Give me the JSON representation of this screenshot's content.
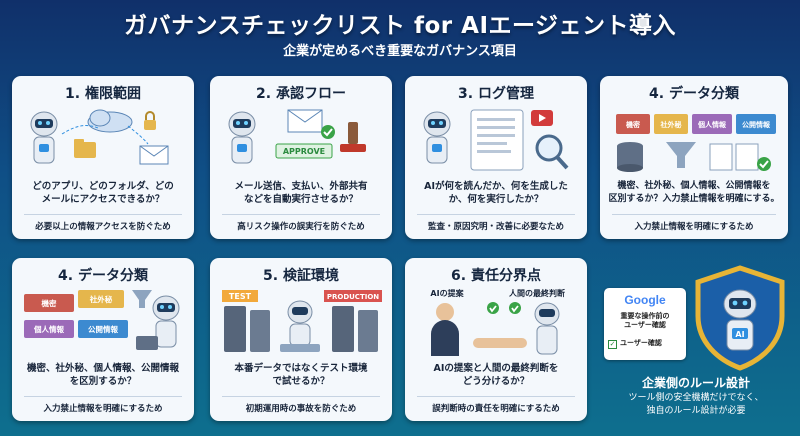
{
  "header": {
    "title": "ガバナンスチェックリスト for AIエージェント導入",
    "subtitle": "企業が定めるべき重要なガバナンス項目"
  },
  "cards": [
    {
      "title": "1. 権限範囲",
      "desc": "どのアプリ、どのフォルダ、どの\nメールにアクセスできるか？",
      "foot": "必要以上の情報アクセスを防ぐため"
    },
    {
      "title": "2. 承認フロー",
      "desc": "メール送信、支払い、外部共有\nなどを自動実行させるか？",
      "foot": "高リスク操作の誤実行を防ぐため",
      "art_label": "APPROVE"
    },
    {
      "title": "3. ログ管理",
      "desc": "AIが何を読んだか、何を生成した\nか、何を実行したか？",
      "foot": "監査・原因究明・改善に必要なため"
    },
    {
      "title": "4. データ分類",
      "desc": "機密、社外秘、個人情報、公開情報を\n区別するか？入力禁止情報を明確にする。",
      "foot": "入力禁止情報を明確にするため",
      "folders": [
        "機密",
        "社外秘",
        "個人情報",
        "公開情報"
      ]
    },
    {
      "title": "4. データ分類",
      "desc": "機密、社外秘、個人情報、公開情報\nを区別するか？",
      "foot": "入力禁止情報を明確にするため",
      "folders": [
        "機密",
        "社外秘",
        "個人情報",
        "公開情報"
      ]
    },
    {
      "title": "5. 検証環境",
      "desc": "本番データではなくテスト環境\nで試せるか？",
      "foot": "初期運用時の事故を防ぐため",
      "signs": [
        "TEST",
        "PRODUCTION"
      ]
    },
    {
      "title": "6. 責任分界点",
      "desc": "AIの提案と人間の最終判断を\nどう分けるか？",
      "foot": "誤判断時の責任を明確にするため",
      "labels": [
        "AIの提案",
        "人間の最終判断"
      ]
    }
  ],
  "rules_panel": {
    "title": "企業側のルール設計",
    "desc": "ツール側の安全機構だけでなく、\n独自のルール設計が必要",
    "google_card": {
      "logo": "Google",
      "text": "重要な操作前の\nユーザー確認",
      "check": "ユーザー確認"
    },
    "shield_label": "AI"
  },
  "icons": {
    "robot": "robot-icon",
    "lock": "lock-icon",
    "cloud": "cloud-icon",
    "folder": "folder-icon",
    "envelope": "envelope-icon",
    "stamp": "stamp-icon",
    "document": "document-icon",
    "magnifier": "magnifier-icon",
    "database": "database-icon",
    "funnel": "funnel-icon",
    "server": "server-icon",
    "handshake": "handshake-icon",
    "shield": "shield-icon",
    "check": "check-icon"
  },
  "colors": {
    "bg_top": "#10306a",
    "bg_bottom": "#0e6f8e",
    "card": "#f4f8fc",
    "robot_accent": "#2f8fe0",
    "check_green": "#3aa347",
    "danger_red": "#d23b3b",
    "folder_red": "#c95a4f",
    "folder_yellow": "#e5b64c",
    "folder_purple": "#9b6ab8",
    "folder_blue": "#3c8ad0",
    "shield_gold": "#e7b436"
  }
}
